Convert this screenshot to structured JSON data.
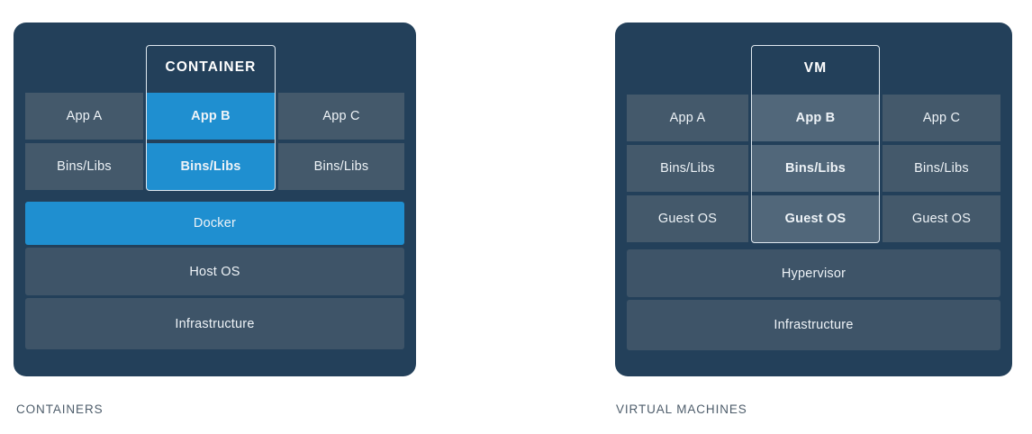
{
  "diagram": {
    "title_left": "CONTAINERS",
    "title_right": "VIRTUAL MACHINES",
    "colors": {
      "panel_bg": "#23405a",
      "row_slate": "#44596b",
      "row_slate_dark": "#3e5468",
      "row_slate_light": "#51677a",
      "accent_blue": "#1f8fd0",
      "outline": "#dfe8ef",
      "caption_text": "#4e5d6b",
      "page_bg": "#ffffff"
    }
  },
  "containers": {
    "caption": "CONTAINERS",
    "highlight_label": "CONTAINER",
    "apps": [
      "App A",
      "App B",
      "App C"
    ],
    "bins": [
      "Bins/Libs",
      "Bins/Libs",
      "Bins/Libs"
    ],
    "runtime": "Docker",
    "host_os": "Host OS",
    "infrastructure": "Infrastructure",
    "highlighted_column_index": 1
  },
  "virtual_machines": {
    "caption": "VIRTUAL MACHINES",
    "highlight_label": "VM",
    "apps": [
      "App A",
      "App B",
      "App C"
    ],
    "bins": [
      "Bins/Libs",
      "Bins/Libs",
      "Bins/Libs"
    ],
    "guest_os": [
      "Guest OS",
      "Guest OS",
      "Guest OS"
    ],
    "hypervisor": "Hypervisor",
    "infrastructure": "Infrastructure",
    "highlighted_column_index": 1
  }
}
